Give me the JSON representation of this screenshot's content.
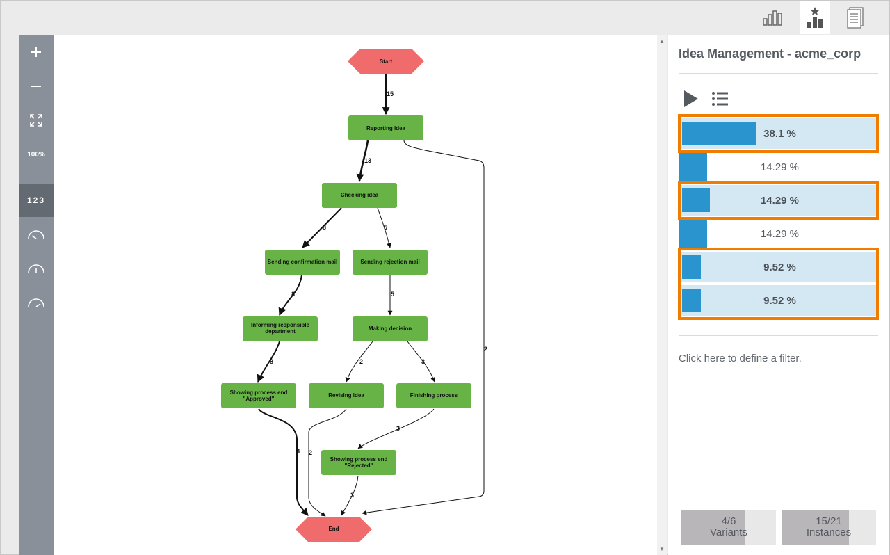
{
  "top_tabs": [
    {
      "name": "statistics-icon"
    },
    {
      "name": "variants-icon",
      "active": true
    },
    {
      "name": "report-icon"
    }
  ],
  "toolbar": {
    "zoom_in": "+",
    "zoom_out": "−",
    "zoom_level": "100%",
    "numbers_label": "123"
  },
  "process_map": {
    "start_label": "Start",
    "end_label": "End",
    "activities": {
      "reporting": "Reporting idea",
      "checking": "Checking idea",
      "confirmation": "Sending confirmation mail",
      "rejection": "Sending rejection mail",
      "informing_1": "Informing responsible",
      "informing_2": "department",
      "decision": "Making decision",
      "approved_1": "Showing process end",
      "approved_2": "\"Approved\"",
      "revising": "Revising idea",
      "finishing": "Finishing process",
      "rejected_1": "Showing process end",
      "rejected_2": "\"Rejected\""
    },
    "edge_counts": {
      "start_reporting": "15",
      "reporting_checking": "13",
      "reporting_end": "2",
      "checking_confirmation": "8",
      "checking_rejection": "5",
      "confirmation_informing": "8",
      "rejection_decision": "5",
      "informing_approved": "8",
      "decision_revising": "2",
      "decision_finishing": "3",
      "finishing_rejected": "3",
      "approved_end": "8",
      "revising_end": "2",
      "rejected_end": "3"
    },
    "colors": {
      "activity": "#67b346",
      "terminal": "#f06b6b"
    }
  },
  "panel": {
    "title": "Idea Management - acme_corp",
    "variants": [
      {
        "label": "38.1 %",
        "share": 0.381,
        "selected": true
      },
      {
        "label": "14.29 %",
        "share": 0.1429,
        "selected": false
      },
      {
        "label": "14.29 %",
        "share": 0.1429,
        "selected": true
      },
      {
        "label": "14.29 %",
        "share": 0.1429,
        "selected": false
      },
      {
        "label": "9.52 %",
        "share": 0.0952,
        "selected": true
      },
      {
        "label": "9.52 %",
        "share": 0.0952,
        "selected": true
      }
    ],
    "filter_text": "Click here to define a filter.",
    "variants_counter": {
      "value": "4/6",
      "label": "Variants",
      "fraction": 0.667
    },
    "instances_counter": {
      "value": "15/21",
      "label": "Instances",
      "fraction": 0.714
    },
    "accent_color": "#f07d00",
    "bar_color": "#2a94cf"
  }
}
